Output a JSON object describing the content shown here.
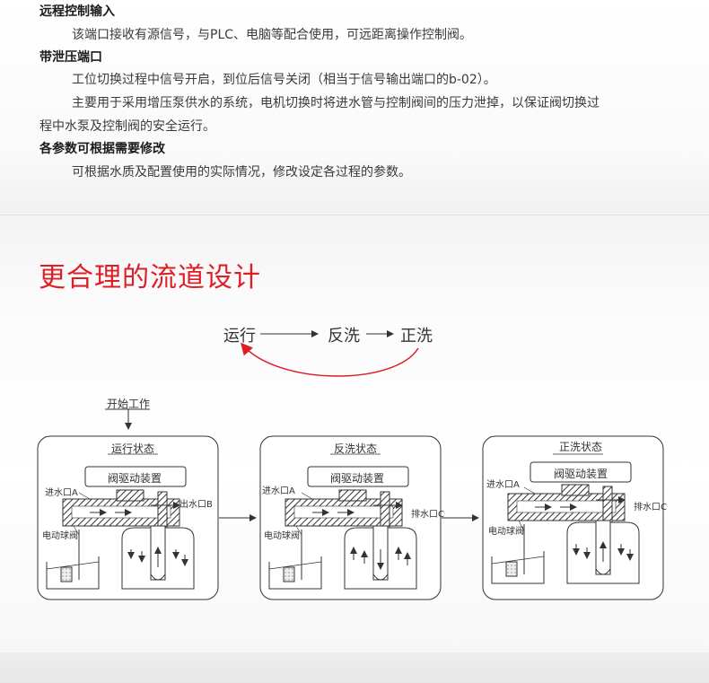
{
  "top": {
    "remote_title": "远程控制输入",
    "remote_text": "该端口接收有源信号，与PLC、电脑等配合使用，可远距离操作控制阀。",
    "relief_title": "带泄压端口",
    "relief_text_1": "工位切换过程中信号开启，到位后信号关闭（相当于信号输出端口的b-02）。",
    "relief_text_2a": "主要用于采用增压泵供水的系统，电机切换时将进水管与控制阀间的压力泄掉，以保证阀切换过",
    "relief_text_2b": "程中水泵及控制阀的安全运行。",
    "params_title": "各参数可根据需要修改",
    "params_text": "可根据水质及配置使用的实际情况，修改设定各过程的参数。"
  },
  "flow": {
    "heading": "更合理的流道设计",
    "cycle": {
      "run": "运行",
      "backwash": "反洗",
      "rinse": "正洗"
    },
    "start_label": "开始工作",
    "panels": [
      {
        "title": "运行状态",
        "driver": "阀驱动装置",
        "inlet": "进水口A",
        "outlet": "出水口B",
        "ball_valve": "电动球阀"
      },
      {
        "title": "反洗状态",
        "driver": "阀驱动装置",
        "inlet": "进水口A",
        "outlet": "排水口C",
        "ball_valve": "电动球阀"
      },
      {
        "title": "正洗状态",
        "driver": "阀驱动装置",
        "inlet": "进水口A",
        "outlet": "排水口C",
        "ball_valve": "电动球阀"
      }
    ]
  },
  "colors": {
    "heading_red": "#dd1e25",
    "arc_red": "#dd1e25",
    "line_gray": "#444444"
  }
}
